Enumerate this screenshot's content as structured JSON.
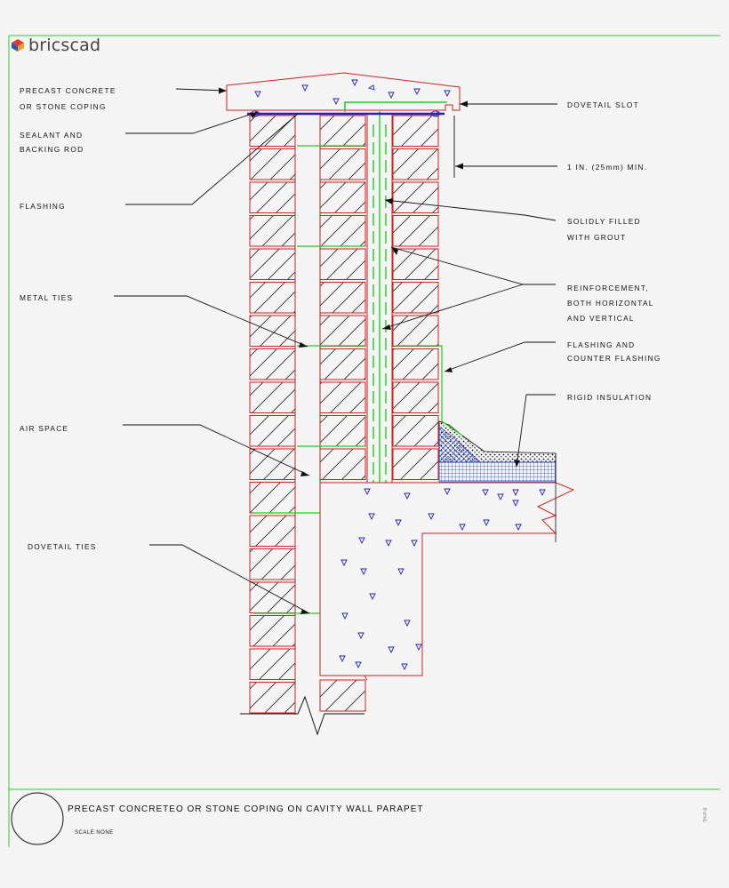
{
  "brand": {
    "name": "bricscad",
    "logo_icon": "bricscad-logo-icon"
  },
  "colors": {
    "frame": "#2ecc2e",
    "brick": "#cc2222",
    "concrete": "#2222aa",
    "annotation": "#111111"
  },
  "labels": {
    "coping_line1": "PRECAST CONCRETE",
    "coping_line2": "OR STONE COPING",
    "sealant_line1": "SEALANT AND",
    "sealant_line2": "BACKING ROD",
    "flashing": "FLASHING",
    "metal_ties": "METAL TIES",
    "air_space": "AIR SPACE",
    "dovetail_ties": "DOVETAIL TIES",
    "dovetail_slot": "DOVETAIL SLOT",
    "min_clearance": "1 IN. (25mm) MIN.",
    "grout_line1": "SOLIDLY FILLED",
    "grout_line2": "WITH GROUT",
    "reinf_line1": "REINFORCEMENT,",
    "reinf_line2": "BOTH HORIZONTAL",
    "reinf_line3": "AND VERTICAL",
    "counter_line1": "FLASHING AND",
    "counter_line2": "COUNTER FLASHING",
    "rigid_insulation": "RIGID INSULATION"
  },
  "title_block": {
    "title": "PRECAST CONCRETEO OR STONE COPING ON CAVITY WALL PARAPET",
    "scale": "SCALE:NONE",
    "sheet_number": "TH-P-8"
  }
}
